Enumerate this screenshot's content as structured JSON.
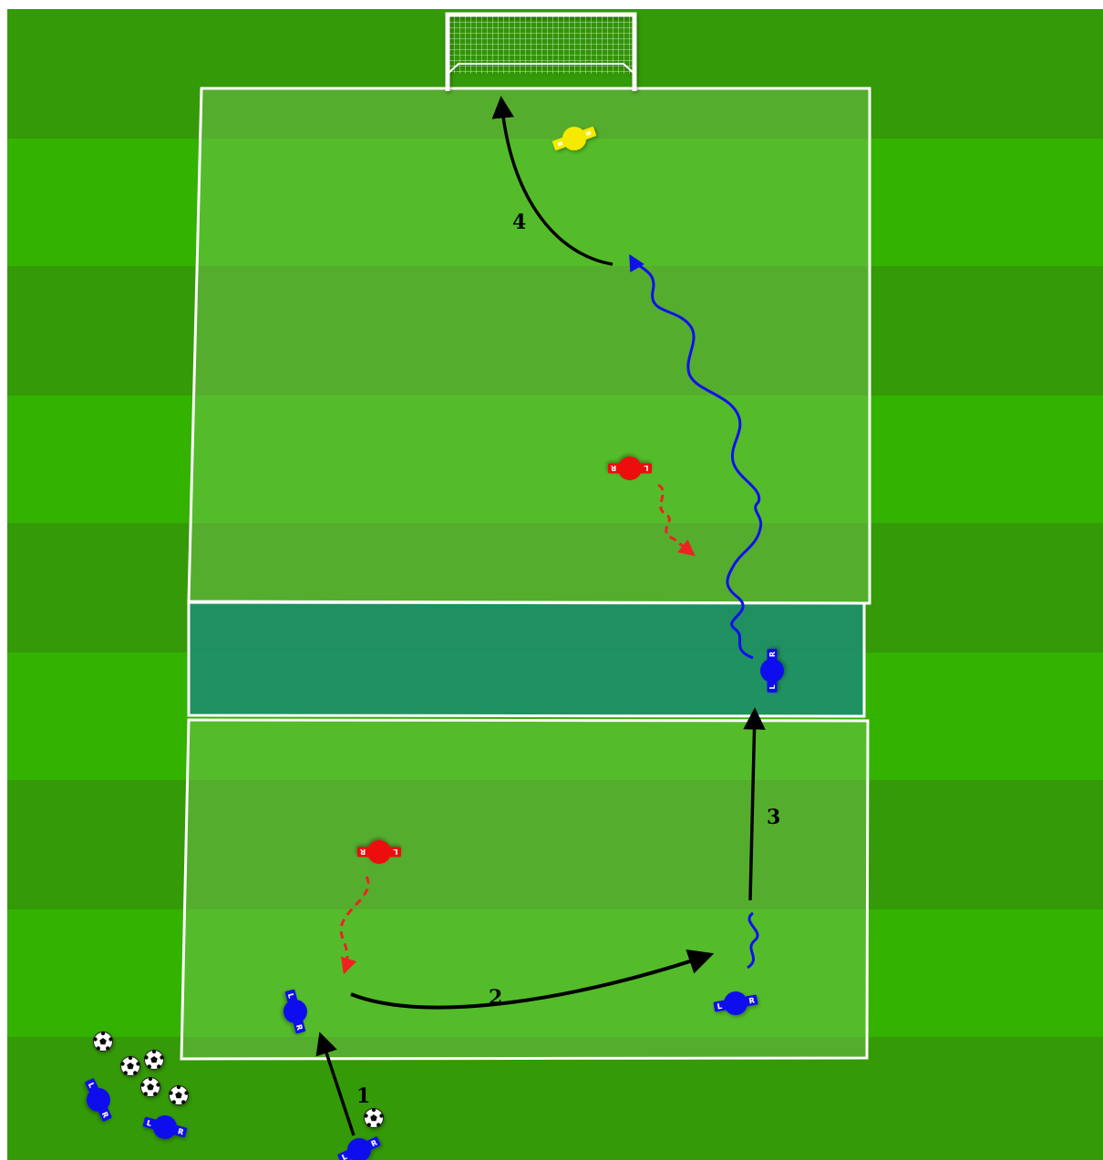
{
  "diagram": {
    "steps": [
      {
        "id": "1",
        "label": "1"
      },
      {
        "id": "2",
        "label": "2"
      },
      {
        "id": "3",
        "label": "3"
      },
      {
        "id": "4",
        "label": "4"
      }
    ],
    "player_marks": {
      "left": "L",
      "right": "R"
    },
    "colors": {
      "pitch_dark": "#349a08",
      "pitch_light": "#33b200",
      "zone_overlay": "rgba(140,205,110,0.38)",
      "neutral_zone": "#1e8f69",
      "line": "#ffffff",
      "attacker": "#1010ee",
      "defender": "#ee1111",
      "goalkeeper": "#f4ea00",
      "pass_arrow": "#000000",
      "dribble": "#1010ee",
      "defender_run": "#ee2222"
    },
    "icons": {
      "goal": "goal-icon",
      "ball": "soccer-ball-icon",
      "attacker": "blue-player-icon",
      "defender": "red-player-icon",
      "goalkeeper": "yellow-player-icon"
    }
  }
}
